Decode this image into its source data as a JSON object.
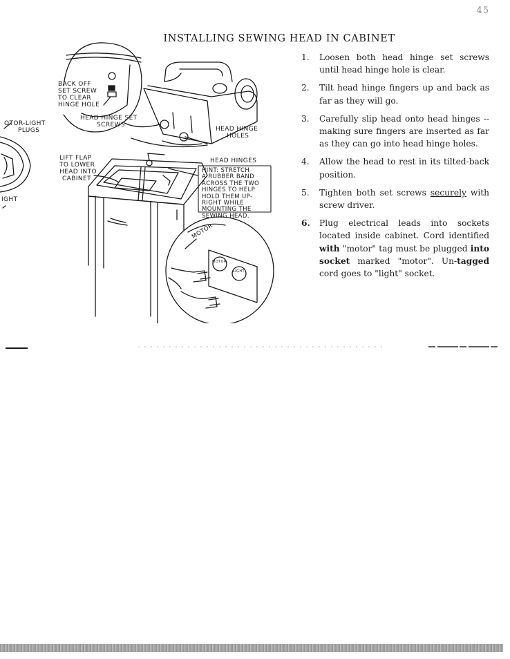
{
  "page": {
    "number": "45",
    "title": "INSTALLING SEWING HEAD IN CABINET"
  },
  "diagram": {
    "labels": {
      "back_off": [
        "BACK OFF",
        "SET SCREW",
        "TO CLEAR",
        "HINGE HOLE"
      ],
      "head_hinge_set_screws": [
        "HEAD HINGE SET",
        "SCREWS"
      ],
      "head_hinge_holes": [
        "HEAD HINGE",
        "HOLES"
      ],
      "motor_light_plugs": [
        "OTOR-LIGHT",
        "PLUGS"
      ],
      "light_edge": "IGHT",
      "lift_flap": [
        "LIFT FLAP",
        "TO LOWER",
        "HEAD INTO",
        "CABINET"
      ],
      "head_hinges": "HEAD HINGES",
      "hint": [
        "HINT: STRETCH",
        "A RUBBER BAND",
        "ACROSS THE TWO",
        "HINGES TO HELP",
        "HOLD THEM UP-",
        "RIGHT WHILE",
        "MOUNTING THE",
        "SEWING HEAD."
      ],
      "motor_tag": "MOTOR",
      "socket_motor": "MOTOR",
      "socket_light": "LIGHT"
    }
  },
  "steps": [
    {
      "number": "1.",
      "parts": [
        "Loosen both head hinge set screws until head hinge hole is clear."
      ]
    },
    {
      "number": "2.",
      "parts": [
        "Tilt head hinge fingers up and back as far as they will go."
      ]
    },
    {
      "number": "3.",
      "parts": [
        "Carefully slip head onto head hinges -- making sure fingers are inserted as far as they can go into head hinge holes."
      ]
    },
    {
      "number": "4.",
      "parts": [
        "Allow the head to rest in its tilted-back position."
      ]
    },
    {
      "number": "5.",
      "parts": [
        "Tighten both set screws ",
        "securely",
        " with screw driver."
      ]
    },
    {
      "number": "6.",
      "parts": [
        "Plug electrical leads into sockets located inside cabinet. Cord identified ",
        "with",
        " \"motor\" tag must be plugged ",
        "into socket",
        " marked \"motor\". Un-",
        "tagged",
        " cord goes to \"light\" socket."
      ]
    }
  ]
}
